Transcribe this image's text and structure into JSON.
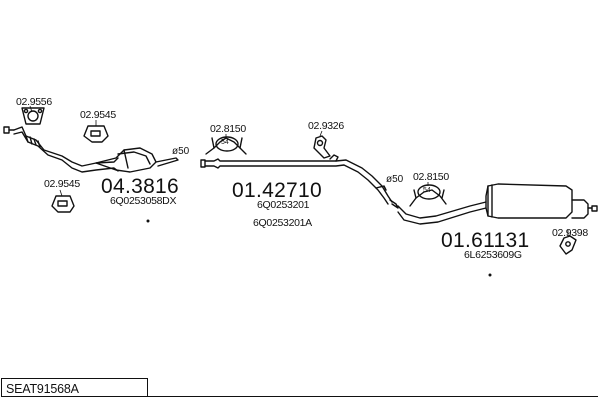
{
  "diagram": {
    "article": "SEAT91568A",
    "parts": [
      {
        "no": "04.3816",
        "oem": [
          "6Q0253058DX"
        ]
      },
      {
        "no": "01.42710",
        "oem": [
          "6Q0253201",
          "6Q0253201A"
        ]
      },
      {
        "no": "01.61131",
        "oem": [
          "6L6253609G"
        ]
      }
    ],
    "accessories": [
      {
        "no": "02.9556"
      },
      {
        "no": "02.9545"
      },
      {
        "no": "02.9545"
      },
      {
        "no": "02.8150"
      },
      {
        "no": "02.9326"
      },
      {
        "no": "02.8150"
      },
      {
        "no": "02.9398"
      }
    ],
    "diameters": [
      "ø50",
      "ø50"
    ],
    "hanger_mark": "54"
  }
}
